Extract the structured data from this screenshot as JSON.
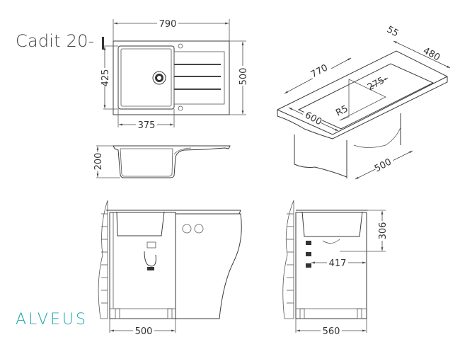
{
  "title": "Cadit 20-",
  "brand": {
    "name": "ALVEUS",
    "color": "#1fa7ad"
  },
  "top_view": {
    "width": "790",
    "depth": "500",
    "bowl_depth": "425",
    "bowl_width": "375"
  },
  "side_view": {
    "height": "200"
  },
  "isometric_view": {
    "overall_length": "770",
    "edge_offset": "55",
    "cutout_depth": "480",
    "bowl_width": "275",
    "corner_radius": "R5",
    "cabinet_depth": "600",
    "cabinet_width": "500"
  },
  "front_install_view": {
    "min_cabinet": "500"
  },
  "side_install_view": {
    "bowl_height": "306",
    "drain_offset": "417",
    "cabinet_depth": "560"
  }
}
